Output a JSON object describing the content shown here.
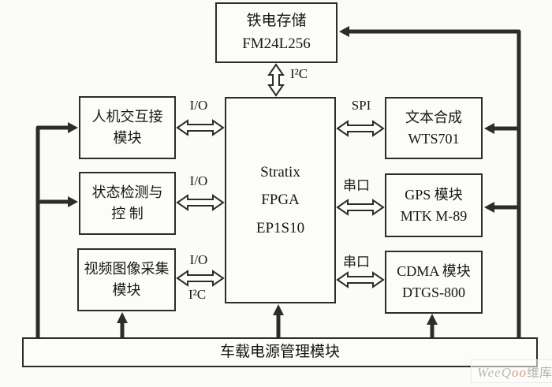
{
  "colors": {
    "wire": "#2e2c2a",
    "box_border": "#2e2c2a",
    "background": "#fbfbf8",
    "watermark_gray": "#bcbab5",
    "watermark_accent": "#df9c80"
  },
  "blocks": {
    "memory": {
      "lines": [
        "铁电存储",
        "FM24L256"
      ]
    },
    "fpga": {
      "lines": [
        "Stratix",
        "FPGA",
        "EP1S10"
      ]
    },
    "hmi": {
      "lines": [
        "人机交互接",
        "模块"
      ]
    },
    "status": {
      "lines": [
        "状态检测与",
        "控 制"
      ]
    },
    "video": {
      "lines": [
        "视频图像采集",
        "模块"
      ]
    },
    "tts": {
      "lines": [
        "文本合成",
        "WTS701"
      ]
    },
    "gps": {
      "lines": [
        "GPS 模块",
        "MTK M-89"
      ]
    },
    "cdma": {
      "lines": [
        "CDMA 模块",
        "DTGS-800"
      ]
    },
    "power": {
      "label": "车载电源管理模块"
    }
  },
  "bus_labels": {
    "hmi_io": "I/O",
    "status_io": "I/O",
    "video_io": "I/O",
    "video_i2c": "I²C",
    "memory_i2c": "I²C",
    "tts_spi": "SPI",
    "gps_serial": "串口",
    "cdma_serial": "串口"
  },
  "watermark": {
    "part1": "WeeQ",
    "part2": "oo",
    "part3": "维库"
  }
}
